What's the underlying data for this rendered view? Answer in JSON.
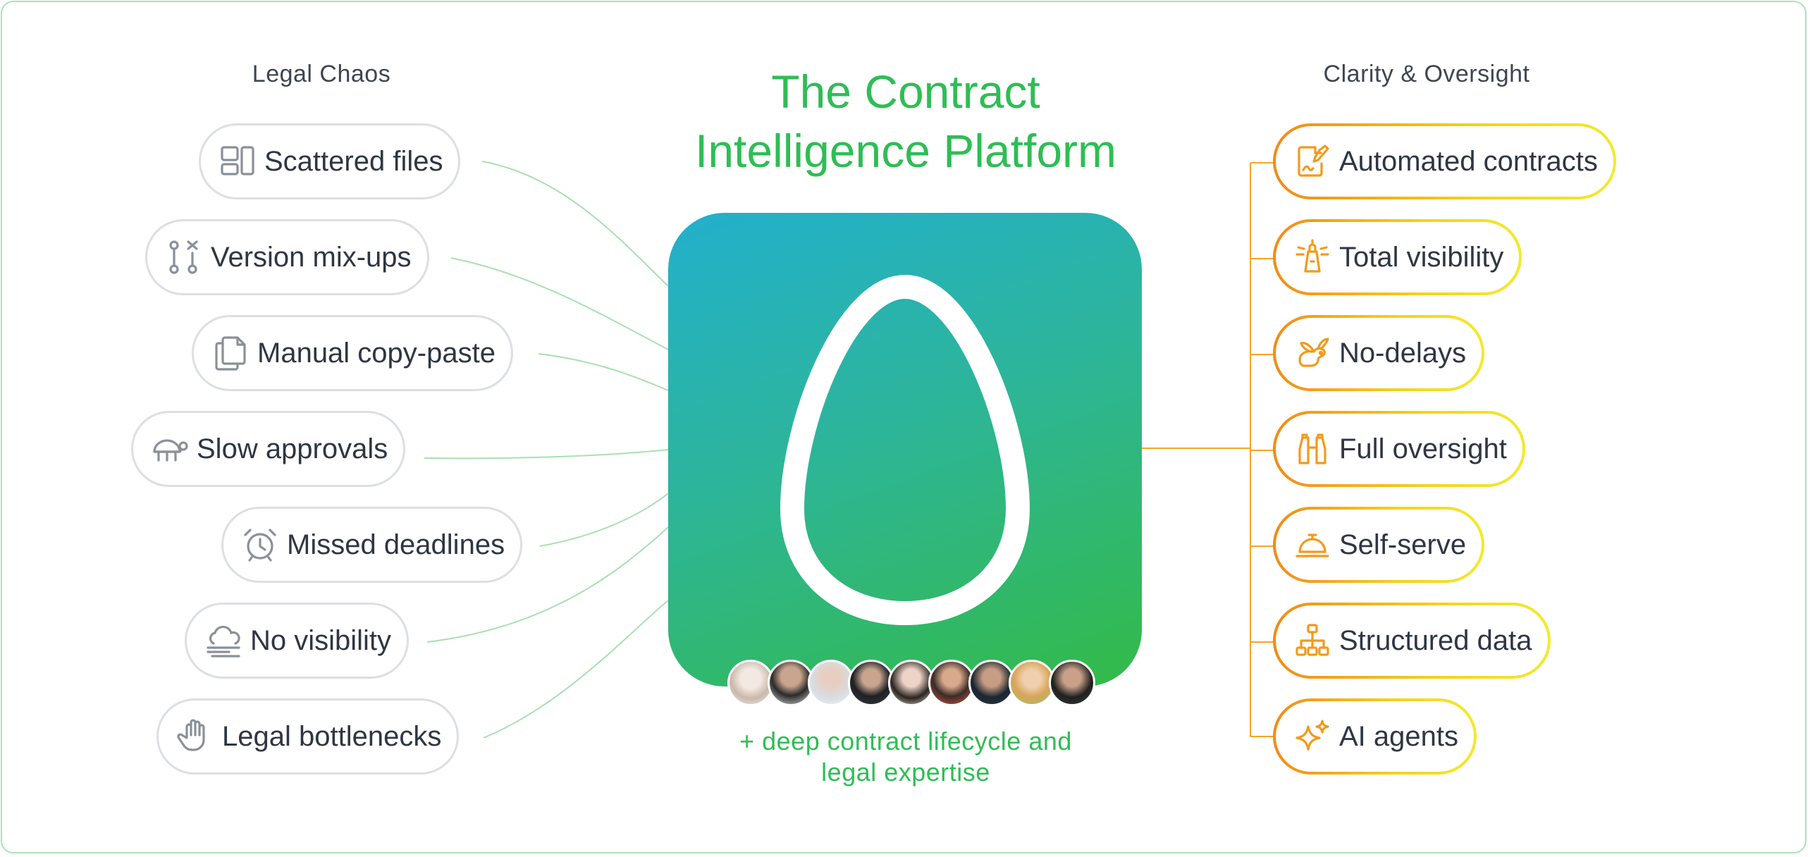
{
  "headline": {
    "line1": "The Contract",
    "line2": "Intelligence Platform"
  },
  "left": {
    "title": "Legal Chaos",
    "items": [
      {
        "label": "Scattered files",
        "icon": "layout-blocks-icon"
      },
      {
        "label": "Version mix-ups",
        "icon": "version-branch-icon"
      },
      {
        "label": "Manual copy-paste",
        "icon": "copy-icon"
      },
      {
        "label": "Slow approvals",
        "icon": "turtle-icon"
      },
      {
        "label": "Missed deadlines",
        "icon": "alarm-clock-icon"
      },
      {
        "label": "No visibility",
        "icon": "fog-cloud-icon"
      },
      {
        "label": "Legal bottlenecks",
        "icon": "stop-hand-icon"
      }
    ]
  },
  "right": {
    "title": "Clarity & Oversight",
    "items": [
      {
        "label": "Automated contracts",
        "icon": "signed-document-icon"
      },
      {
        "label": "Total visibility",
        "icon": "lighthouse-icon"
      },
      {
        "label": "No-delays",
        "icon": "rabbit-icon"
      },
      {
        "label": "Full oversight",
        "icon": "binoculars-icon"
      },
      {
        "label": "Self-serve",
        "icon": "service-bell-icon"
      },
      {
        "label": "Structured data",
        "icon": "hierarchy-icon"
      },
      {
        "label": "AI agents",
        "icon": "sparkles-icon"
      }
    ]
  },
  "center": {
    "logo": "egg-logo-icon",
    "tagline_line1": "+ deep contract lifecycle and",
    "tagline_line2": "legal expertise",
    "team_avatars": 9
  },
  "colors": {
    "brand_green": "#2fbd55",
    "tile_gradient_start": "#22b0cc",
    "tile_gradient_end": "#33ba47",
    "left_connector": "#a8e0b0",
    "right_connector": "#f5a623",
    "right_border_start": "#f28a17",
    "right_border_end": "#f2ea2c",
    "left_icon": "#8a9099",
    "right_icon": "#f29a1c"
  }
}
